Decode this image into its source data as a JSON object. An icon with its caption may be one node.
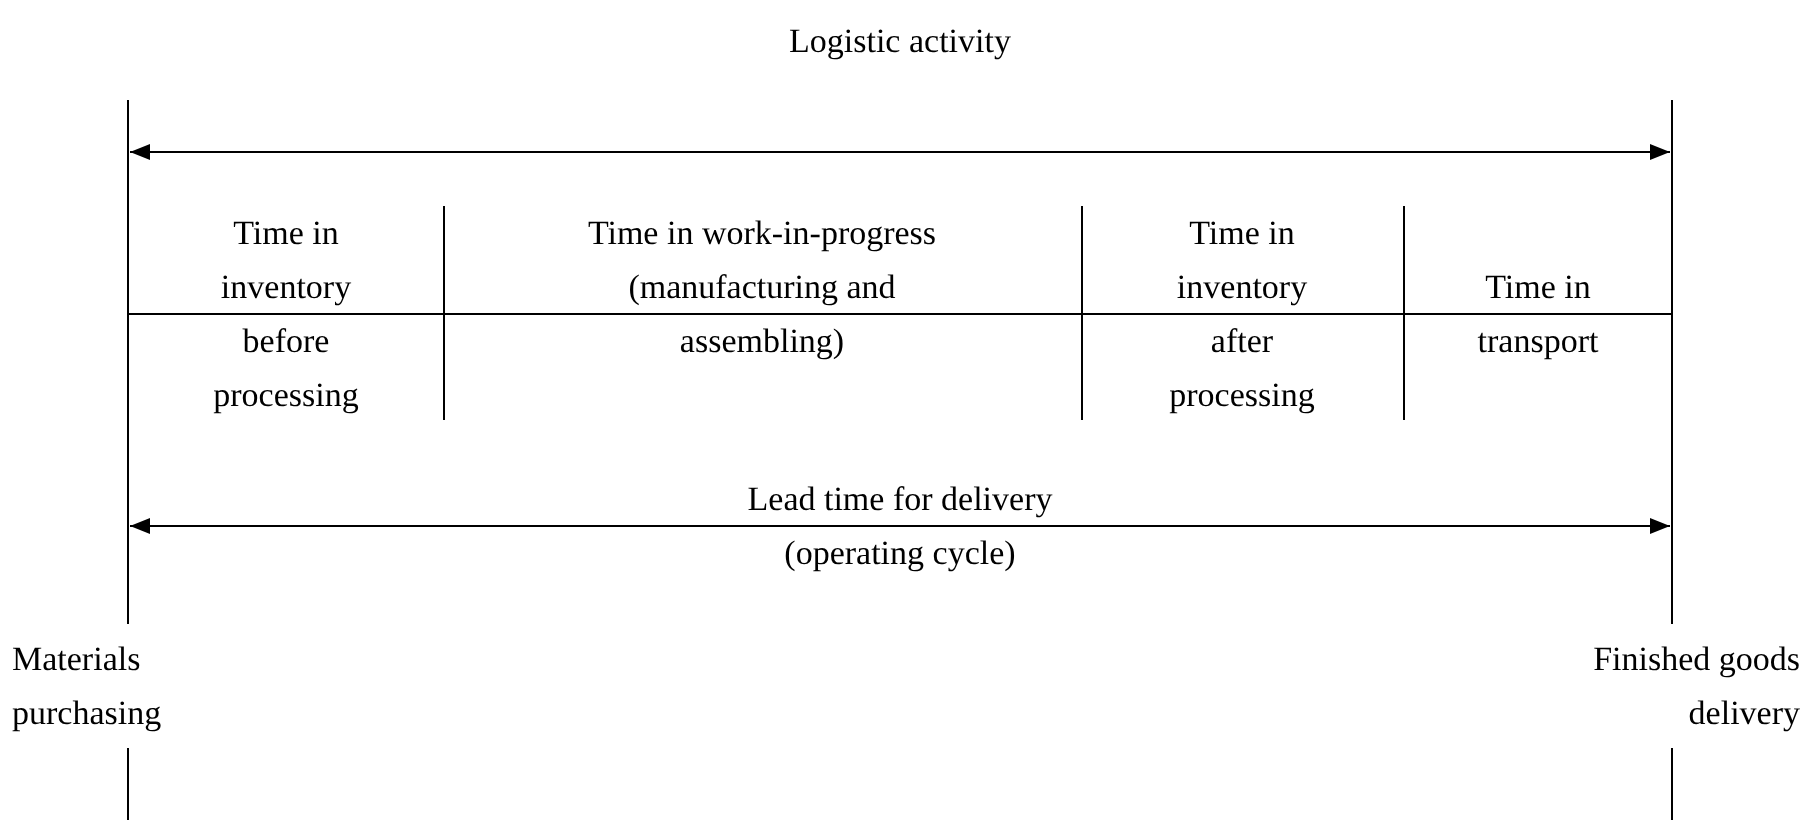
{
  "diagram": {
    "labels": [
      "Logistic activity",
      "Time in inventory before processing",
      "Time in work-in-progress (manufacturing and assembling)",
      "Time in inventory after processing",
      "Time in transport",
      "Lead time for delivery (operating cycle)",
      "Materials purchasing",
      "Finished goods delivery"
    ]
  }
}
